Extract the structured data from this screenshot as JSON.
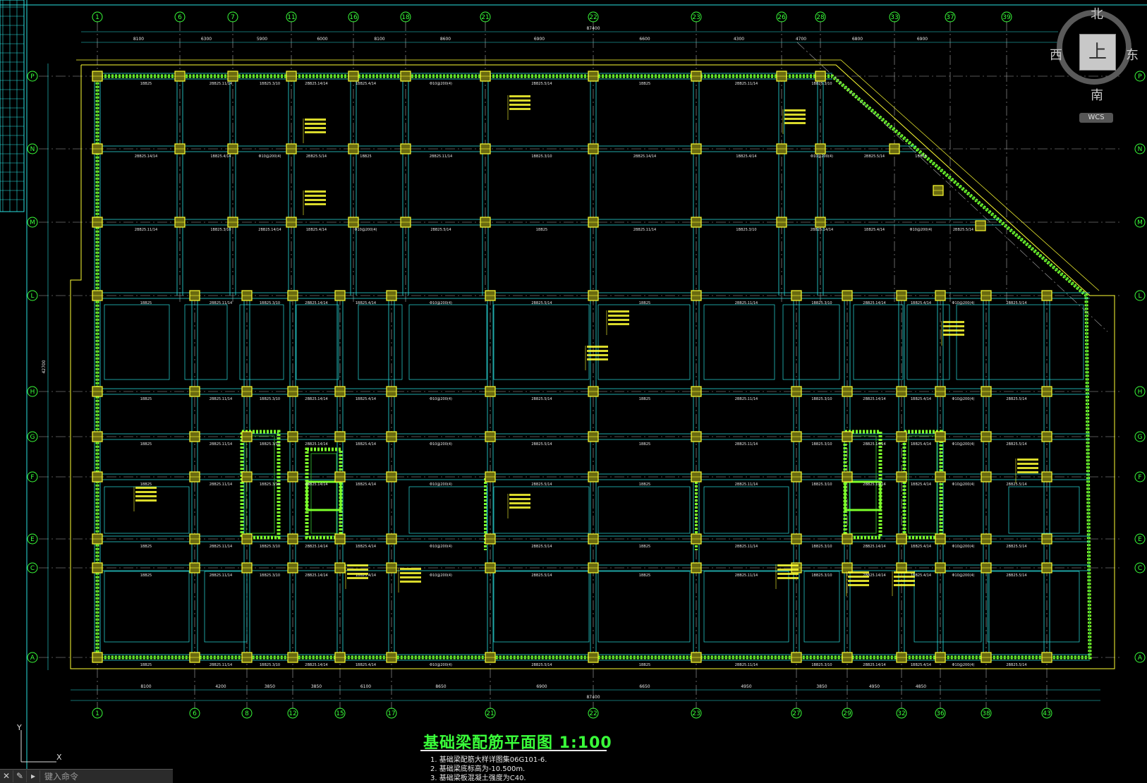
{
  "drawing": {
    "title": "基础梁配筋平面图   1:100",
    "notes": [
      "1. 基础梁配筋大样详图集06G101-6.",
      "2. 基础梁底标高为-10.500m.",
      "3. 基础梁板混凝土强度为C40."
    ],
    "top_axes": [
      "1",
      "6",
      "7",
      "11",
      "16",
      "18",
      "21",
      "22",
      "23",
      "26",
      "28",
      "33",
      "37",
      "39"
    ],
    "bottom_axes": [
      "1",
      "6",
      "8",
      "12",
      "15",
      "17",
      "21",
      "22",
      "23",
      "27",
      "29",
      "32",
      "36",
      "38",
      "43"
    ],
    "left_axes": [
      "P",
      "N",
      "M",
      "L",
      "H",
      "G",
      "F",
      "E",
      "C",
      "A"
    ],
    "right_axes": [
      "P",
      "N",
      "M",
      "L",
      "H",
      "G",
      "F",
      "E",
      "C",
      "A"
    ],
    "top_total_dim": "87400",
    "bottom_total_dim": "87400",
    "left_total_dim": "42700",
    "top_dims": [
      "8100",
      "6300",
      "5900",
      "6000",
      "8100",
      "8600",
      "6900",
      "6600",
      "4300",
      "4700",
      "6800",
      "6900"
    ],
    "bottom_dims": [
      "8100",
      "4200",
      "3850",
      "3850",
      "6100",
      "8650",
      "6900",
      "6650",
      "4950",
      "3850",
      "4950",
      "4850"
    ],
    "beam_labels": [
      "1BB25",
      "2BB25.11/14",
      "1BB25.3/10",
      "2BB25.14/14",
      "1BB25.4/14",
      "Φ10@200(4)",
      "2BB25.5/14"
    ],
    "colors": {
      "background": "#000000",
      "grid_line": "#2ae0e0",
      "beam_outline": "#2ae0e0",
      "beam_highlight": "#7cff2a",
      "column": "#ffff33",
      "text_yellow": "#ffff33",
      "text_white": "#e8e8e8",
      "axis_bubble": "#3aff3a",
      "boundary": "#ffff33",
      "title": "#3aff3a"
    }
  },
  "viewcube": {
    "north": "北",
    "south": "南",
    "east": "东",
    "west": "西",
    "face": "上",
    "wcs_label": "WCS"
  },
  "commandline": {
    "close_icon": "close-icon",
    "settings_icon": "wrench-icon",
    "prompt_icon": "prompt-icon",
    "placeholder": "键入命令"
  },
  "ucs": {
    "y_label": "Y",
    "x_label": "X"
  }
}
